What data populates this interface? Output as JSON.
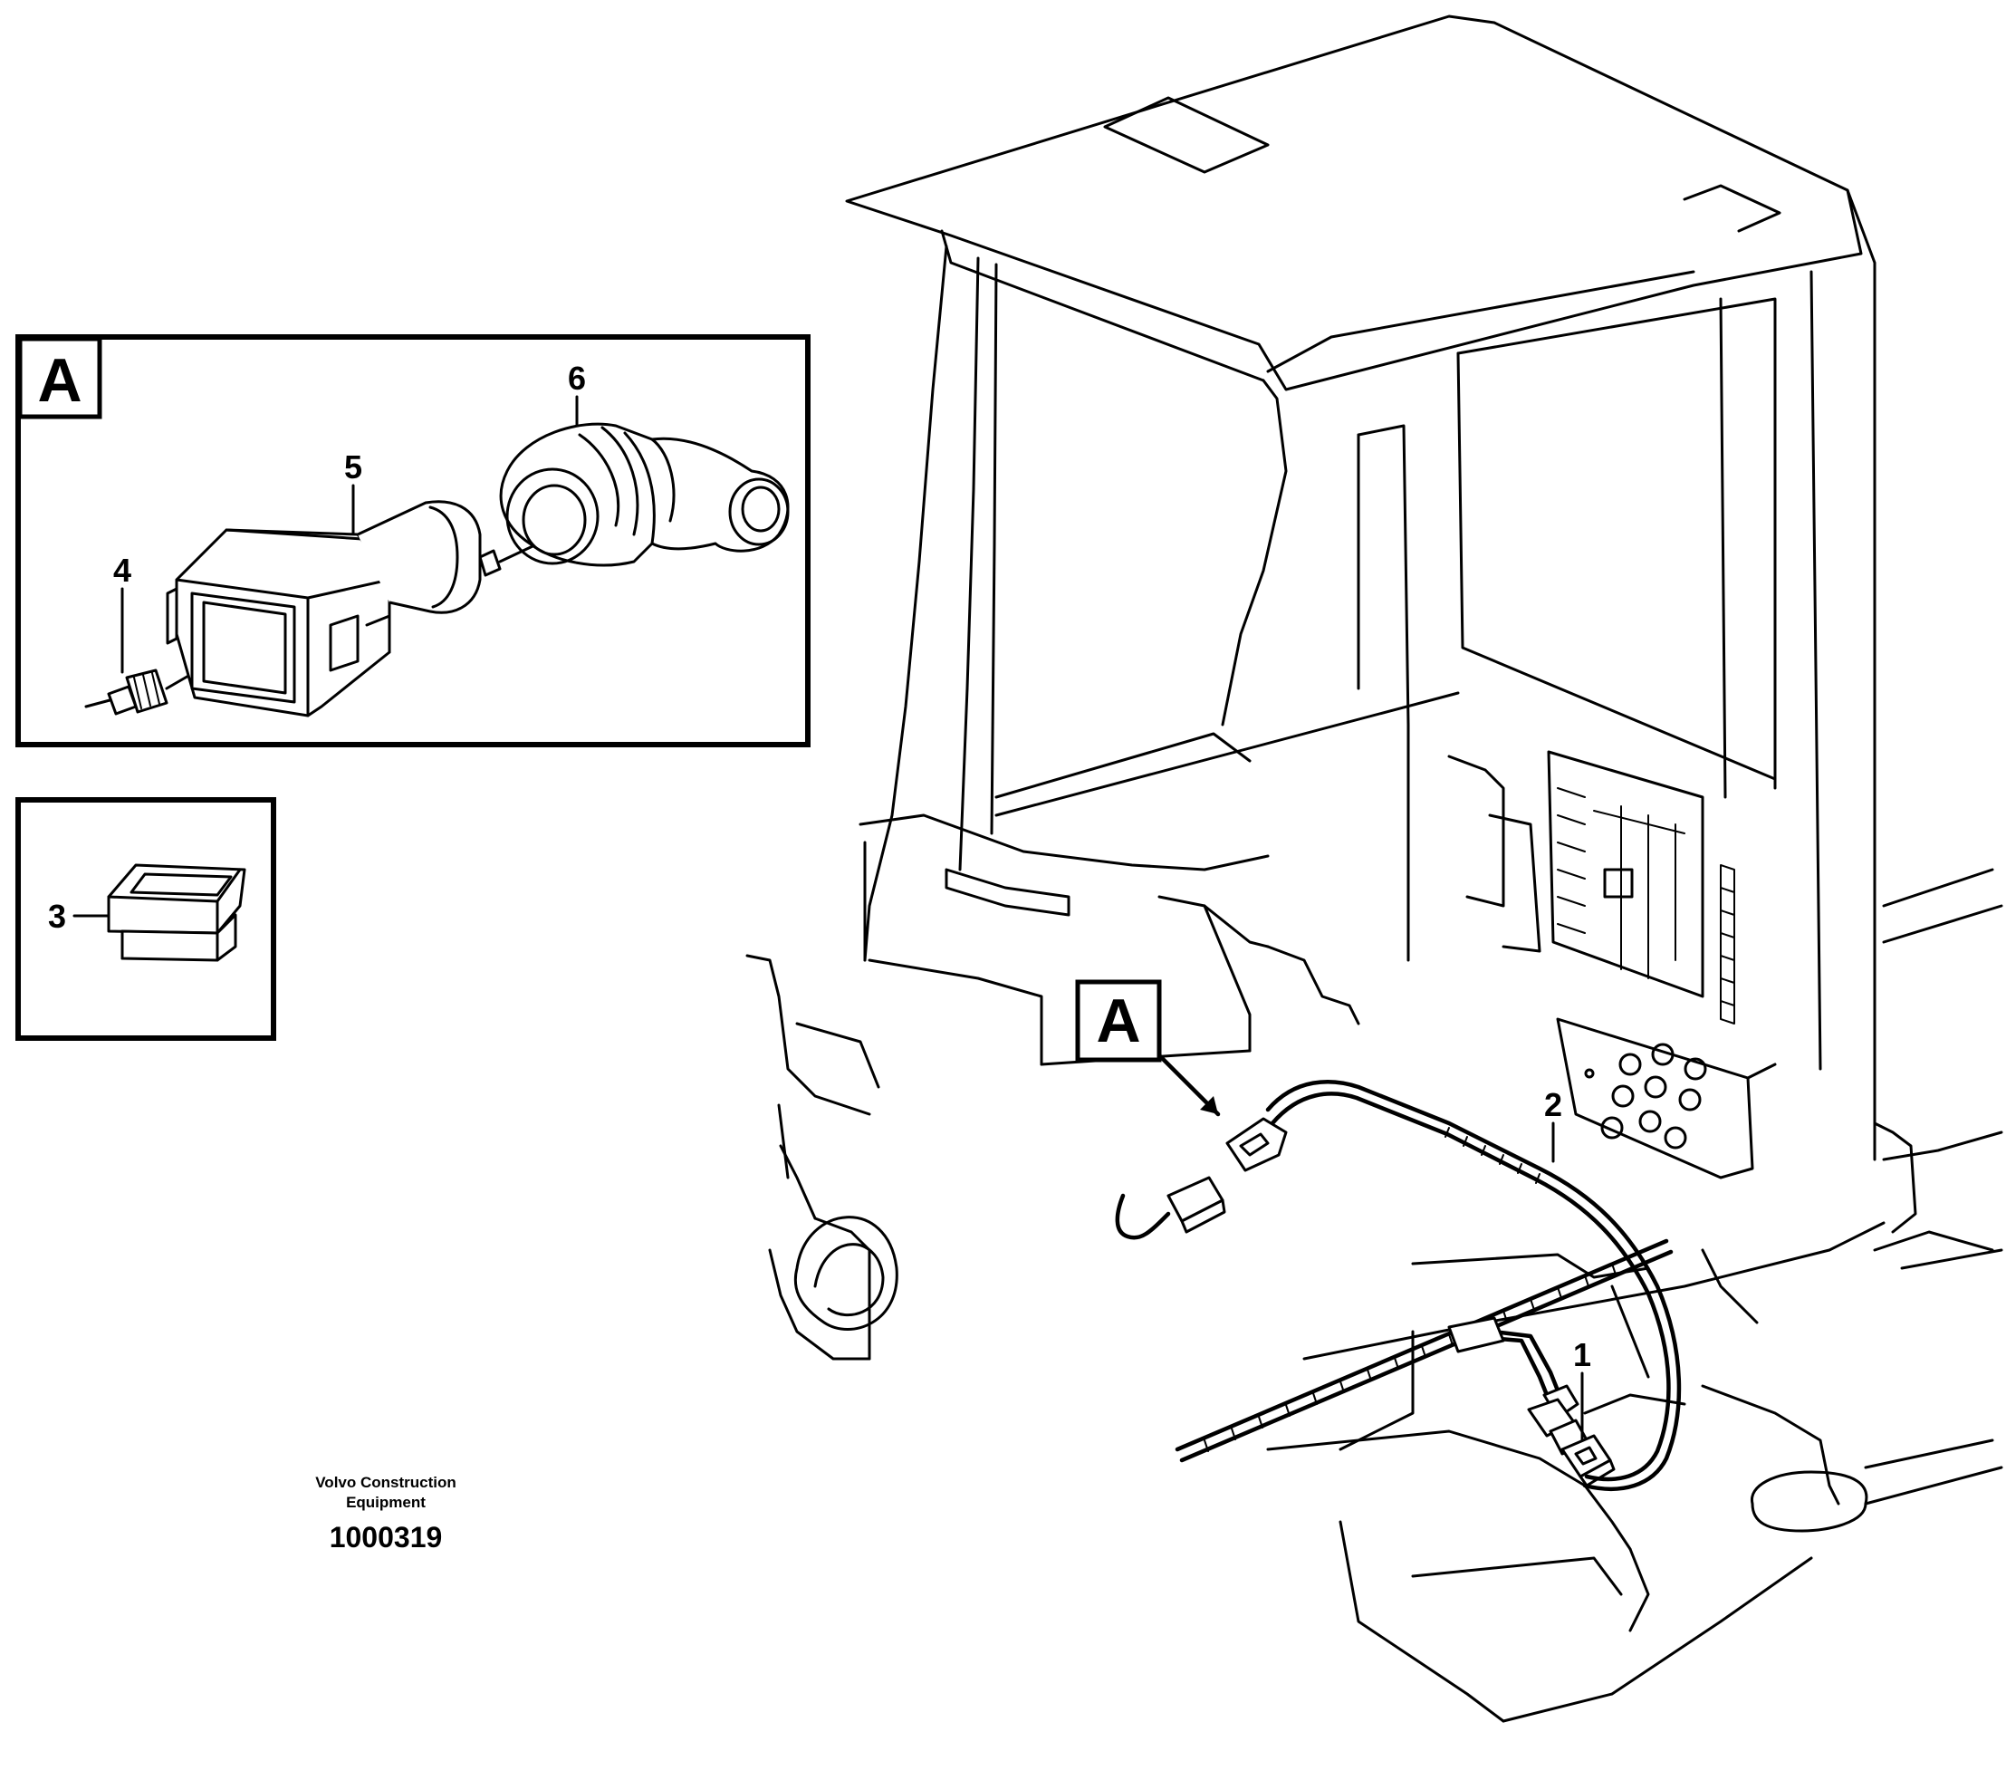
{
  "detail_view": {
    "label": "A",
    "callouts": {
      "p4": "4",
      "p5": "5",
      "p6": "6"
    }
  },
  "small_view": {
    "callouts": {
      "p3": "3"
    }
  },
  "main_view": {
    "view_label": "A",
    "callouts": {
      "p1": "1",
      "p2": "2"
    }
  },
  "footer": {
    "credit_line1": "Volvo Construction",
    "credit_line2": "Equipment",
    "doc_number": "1000319"
  }
}
